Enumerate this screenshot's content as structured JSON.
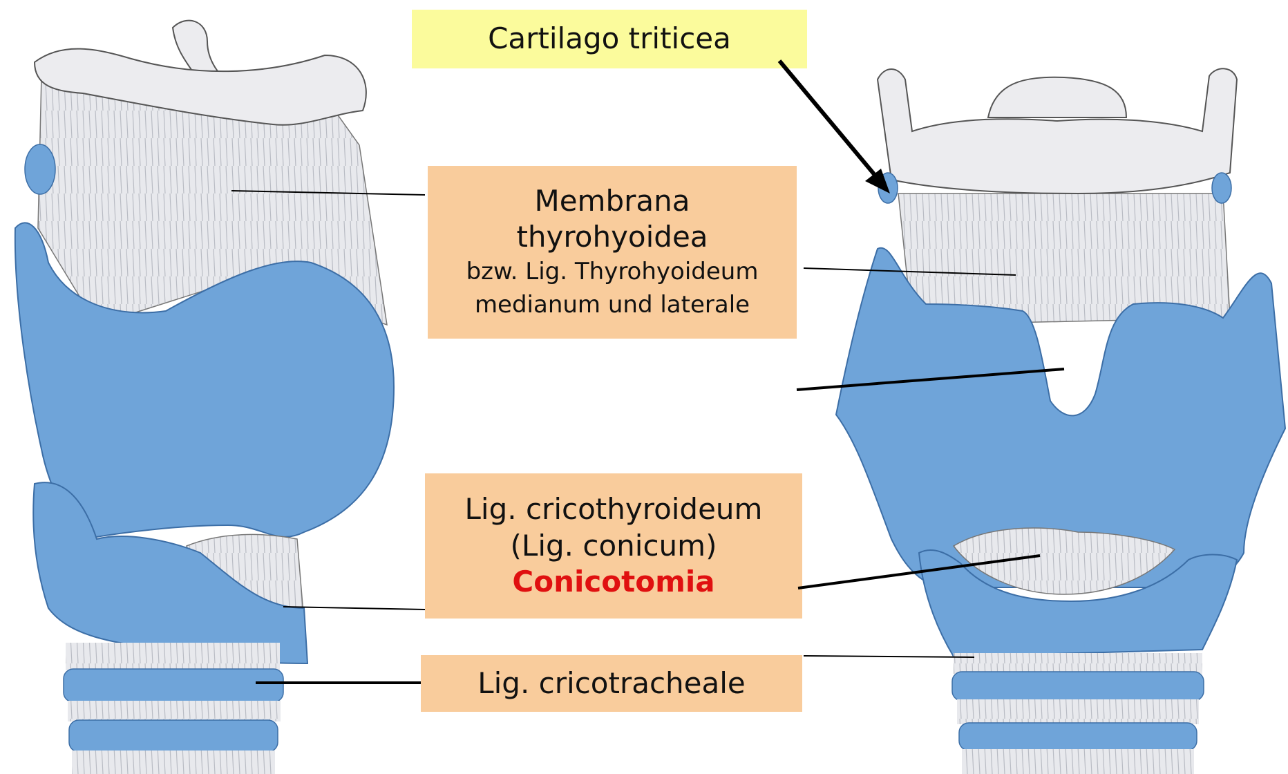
{
  "colors": {
    "cartilage_blue": "#6fa4d9",
    "ligament_gray": "#e6e7eb",
    "bone_white": "#ececef",
    "yellow_box": "#fbfb9c",
    "orange_box": "#f9cc9c",
    "highlight_red": "#e01010",
    "leader_line": "#000000"
  },
  "labels": {
    "cartilago_triticea": "Cartilago triticea",
    "membrana_line1": "Membrana",
    "membrana_line2": "thyrohyoidea",
    "membrana_line3": "bzw. Lig. Thyrohyoideum",
    "membrana_line4": "medianum und laterale",
    "cricothyroideum_line1": "Lig. cricothyroideum",
    "cricothyroideum_line2": "(Lig. conicum)",
    "conicotomia": "Conicotomia",
    "cricotracheale": "Lig. cricotracheale"
  }
}
